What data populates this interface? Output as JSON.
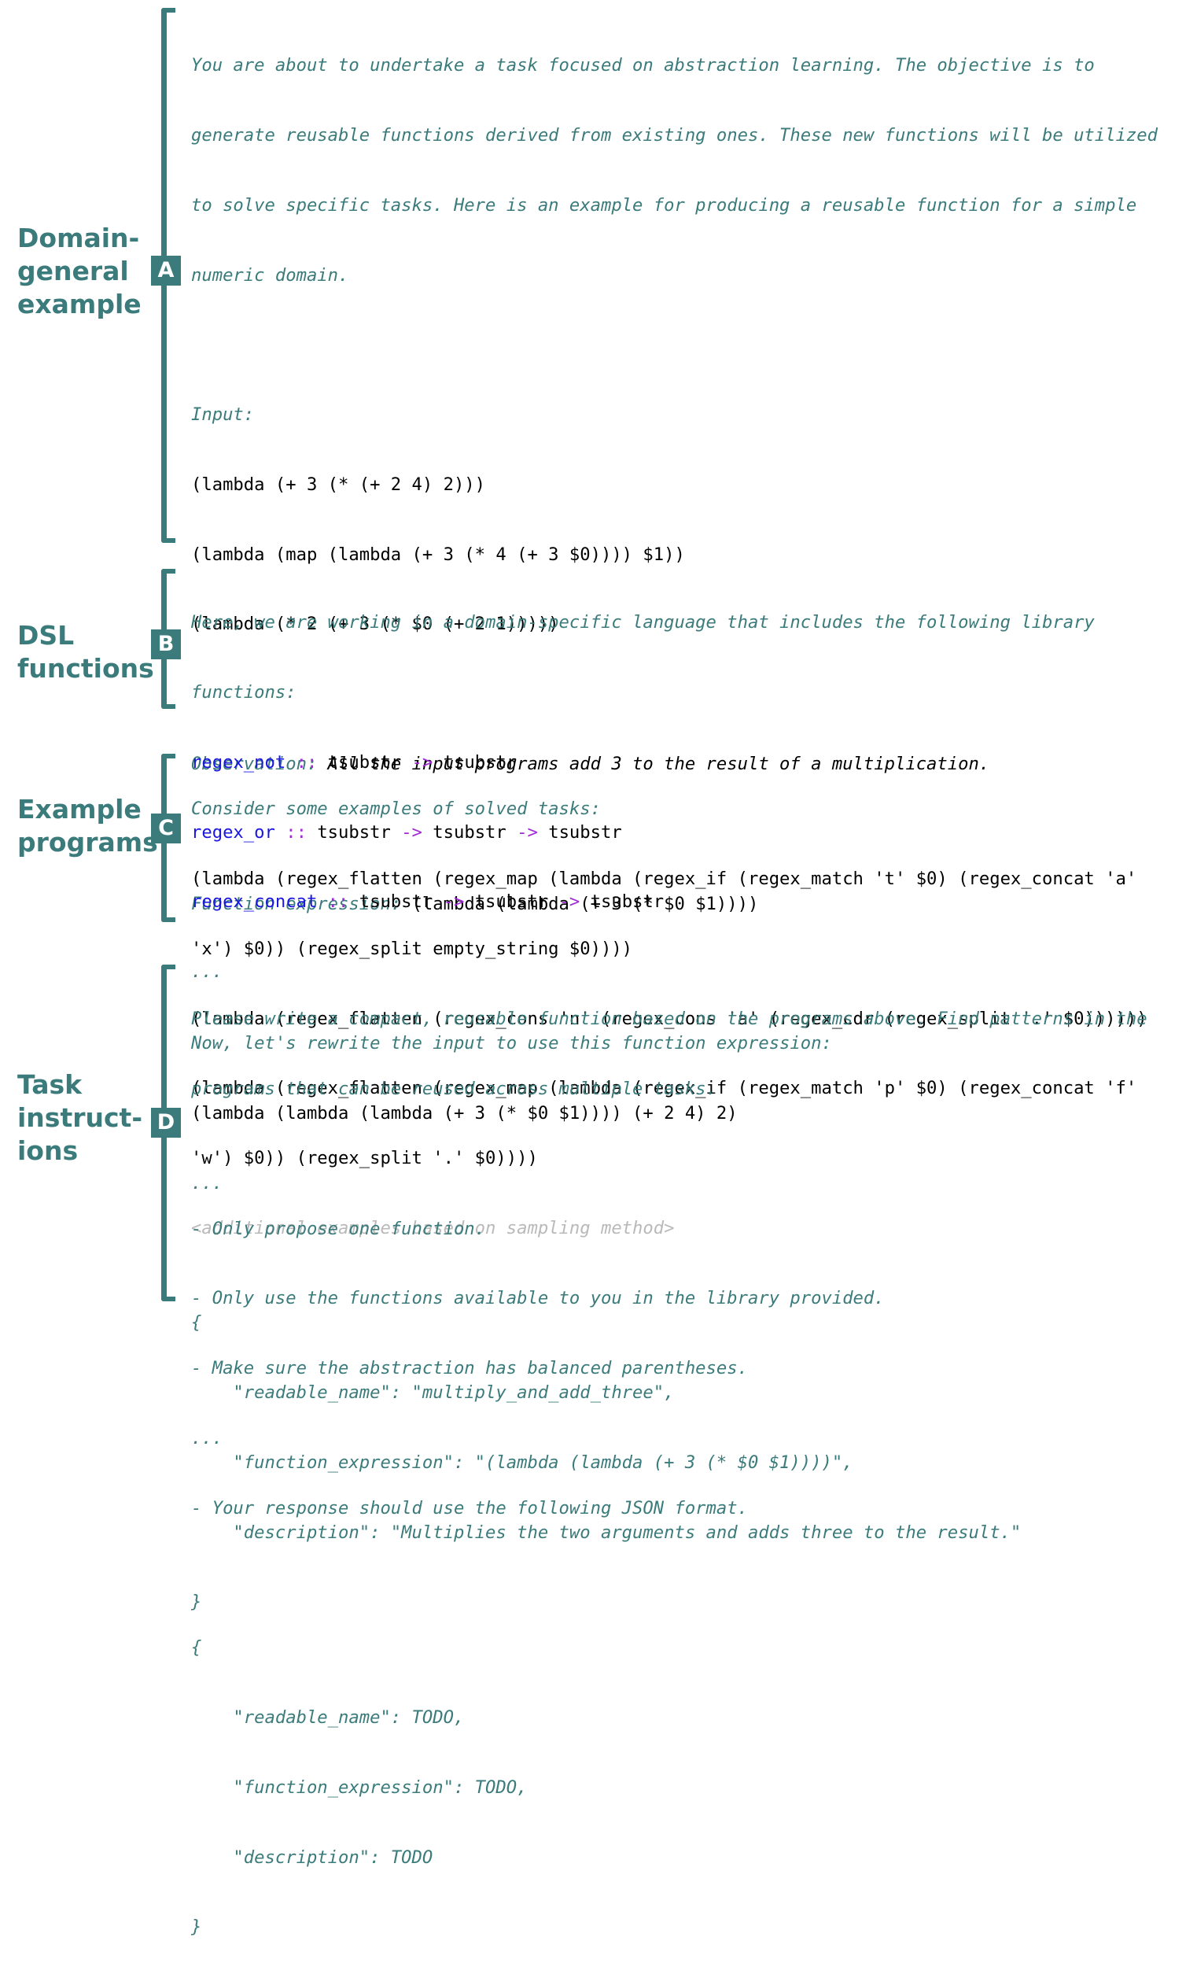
{
  "colors": {
    "teal": "#3b7b7b",
    "function_blue": "#1a16e0",
    "arrow_purple": "#a02cd6",
    "placeholder_gray": "#b9b9b9"
  },
  "sections": {
    "a": {
      "label": "Domain-\ngeneral\nexample",
      "badge": "A",
      "intro": [
        "You are about to undertake a task focused on abstraction learning. The objective is to",
        "generate reusable functions derived from existing ones. These new functions will be utilized",
        "to solve specific tasks. Here is an example for producing a reusable function for a simple",
        "numeric domain."
      ],
      "input_label": "Input:",
      "input_lines": [
        "(lambda (+ 3 (* (+ 2 4) 2)))",
        "(lambda (map (lambda (+ 3 (* 4 (+ 3 $0)))) $1))",
        "(lambda (* 2 (+ 3 (* $0 (+ 2 1)))))"
      ],
      "observation_label": "Observation:",
      "observation_text": "All the input programs add 3 to the result of a multiplication.",
      "function_label": "Function expression:",
      "function_text": "(lambda (lambda (+ 3 (* $0 $1))))",
      "rewrite_label": "Now, let's rewrite the input to use this function expression:",
      "rewrite_line": "(lambda (lambda (lambda (+ 3 (* $0 $1)))) (+ 2 4) 2)",
      "ellipsis": "...",
      "json_lines": [
        "{",
        "    \"readable_name\": \"multiply_and_add_three\",",
        "    \"function_expression\": \"(lambda (lambda (+ 3 (* $0 $1))))\",",
        "    \"description\": \"Multiplies the two arguments and adds three to the result.\"",
        "}"
      ]
    },
    "b": {
      "label": "DSL\nfunctions",
      "badge": "B",
      "intro": [
        "Here, we are working in a domain-specific language that includes the following library",
        "functions:"
      ],
      "functions": [
        {
          "name": "regex_not",
          "sig": [
            "tsubstr",
            "tsubstr"
          ]
        },
        {
          "name": "regex_or",
          "sig": [
            "tsubstr",
            "tsubstr",
            "tsubstr"
          ]
        },
        {
          "name": "regex_concat",
          "sig": [
            "tsubstr",
            "tsubstr",
            "tsubstr"
          ]
        }
      ],
      "sep": "::",
      "arrow": "->",
      "ellipsis": "..."
    },
    "c": {
      "label": "Example\nprograms",
      "badge": "C",
      "intro": "Consider some examples of solved tasks:",
      "programs": [
        "(lambda (regex_flatten (regex_map (lambda (regex_if (regex_match 't' $0) (regex_concat 'a'",
        "'x') $0)) (regex_split empty_string $0))))",
        "(lambda (regex_flatten (regex_cons 'n' (regex_cons 'a' (regex_cdr (regex_split '.' $0))))))",
        "(lambda (regex_flatten (regex_map (lambda (regex_if (regex_match 'p' $0) (regex_concat 'f'",
        "'w') $0)) (regex_split '.' $0))))"
      ],
      "placeholder": "<additional examples based on sampling method>"
    },
    "d": {
      "label": "Task\ninstruct-\nions",
      "badge": "D",
      "intro": [
        "Please write a compact, reusable function based on the programs above. Find patterns in the",
        "programs that can be reused across multiple tasks."
      ],
      "rules": [
        "- Only propose one function.",
        "- Only use the functions available to you in the library provided.",
        "- Make sure the abstraction has balanced parentheses.",
        "...",
        "- Your response should use the following JSON format."
      ],
      "json_lines": [
        "{",
        "    \"readable_name\": TODO,",
        "    \"function_expression\": TODO,",
        "    \"description\": TODO",
        "}"
      ]
    }
  }
}
